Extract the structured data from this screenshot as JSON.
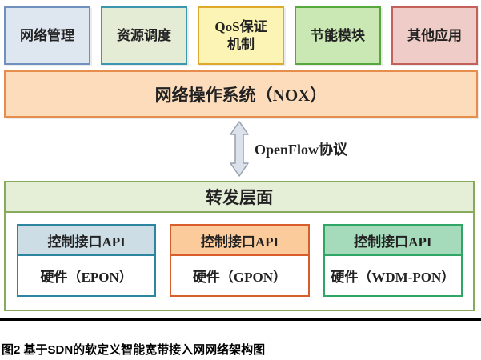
{
  "diagram": {
    "app_modules": [
      {
        "label": "网络管理",
        "fill": "#dee6f0",
        "border": "#7091bf"
      },
      {
        "label": "资源调度",
        "fill": "#e5ecd6",
        "border": "#3c96b0"
      },
      {
        "label": "QoS保证\n机制",
        "fill": "#fbf4b5",
        "border": "#dfaa2c"
      },
      {
        "label": "节能模块",
        "fill": "#c9e8b3",
        "border": "#56a73e"
      },
      {
        "label": "其他应用",
        "fill": "#efccc8",
        "border": "#c4605a"
      }
    ],
    "nox_bar": {
      "label": "网络操作系统（NOX）",
      "fill": "#fcdcba",
      "border": "#e88e4d"
    },
    "protocol": {
      "label": "OpenFlow协议",
      "arrow_fill": "#dce2eb",
      "arrow_border": "#98a1ac"
    },
    "forwarding_plane": {
      "title": "转发层面",
      "header_fill": "#e5eed6",
      "border": "#88aa5c",
      "groups": [
        {
          "api_label": "控制接口API",
          "hw_label": "硬件（EPON）",
          "header_fill": "#cddde5",
          "border": "#2d85a0"
        },
        {
          "api_label": "控制接口API",
          "hw_label": "硬件（GPON）",
          "header_fill": "#fccb9b",
          "border": "#d85f2b"
        },
        {
          "api_label": "控制接口API",
          "hw_label": "硬件（WDM-PON）",
          "header_fill": "#a5dabb",
          "border": "#2fa567"
        }
      ]
    }
  },
  "caption": "图2 基于SDN的软定义智能宽带接入网网络架构图"
}
